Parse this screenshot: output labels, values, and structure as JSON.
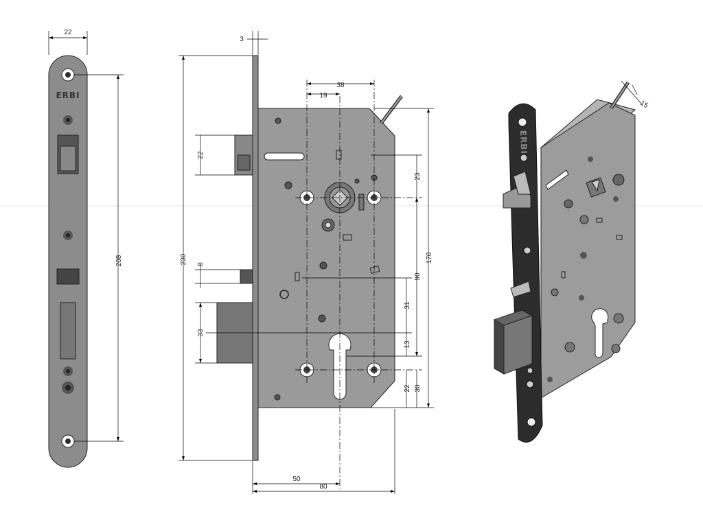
{
  "brand": "ERBI",
  "dimensions": {
    "faceplate_width": "22",
    "faceplate_hole_spacing": "208",
    "faceplate_thickness": "3",
    "overall_height": "230",
    "latch_height": "22",
    "aux_latch_height": "8",
    "deadbolt_height": "33",
    "spindle_offset_19": "19",
    "spindle_offset_38": "38",
    "spindle_to_top_hole": "23",
    "case_height": "170",
    "spindle_to_cylinder": "90",
    "cyl_31": "31",
    "cyl_13": "13",
    "cyl_30": "30",
    "cyl_22": "22",
    "backset": "50",
    "case_depth": "80",
    "cable_15": "15"
  },
  "colors": {
    "steel": "#9a9a9a",
    "plate": "#8c8c8c",
    "dark": "#2e2e2e"
  }
}
